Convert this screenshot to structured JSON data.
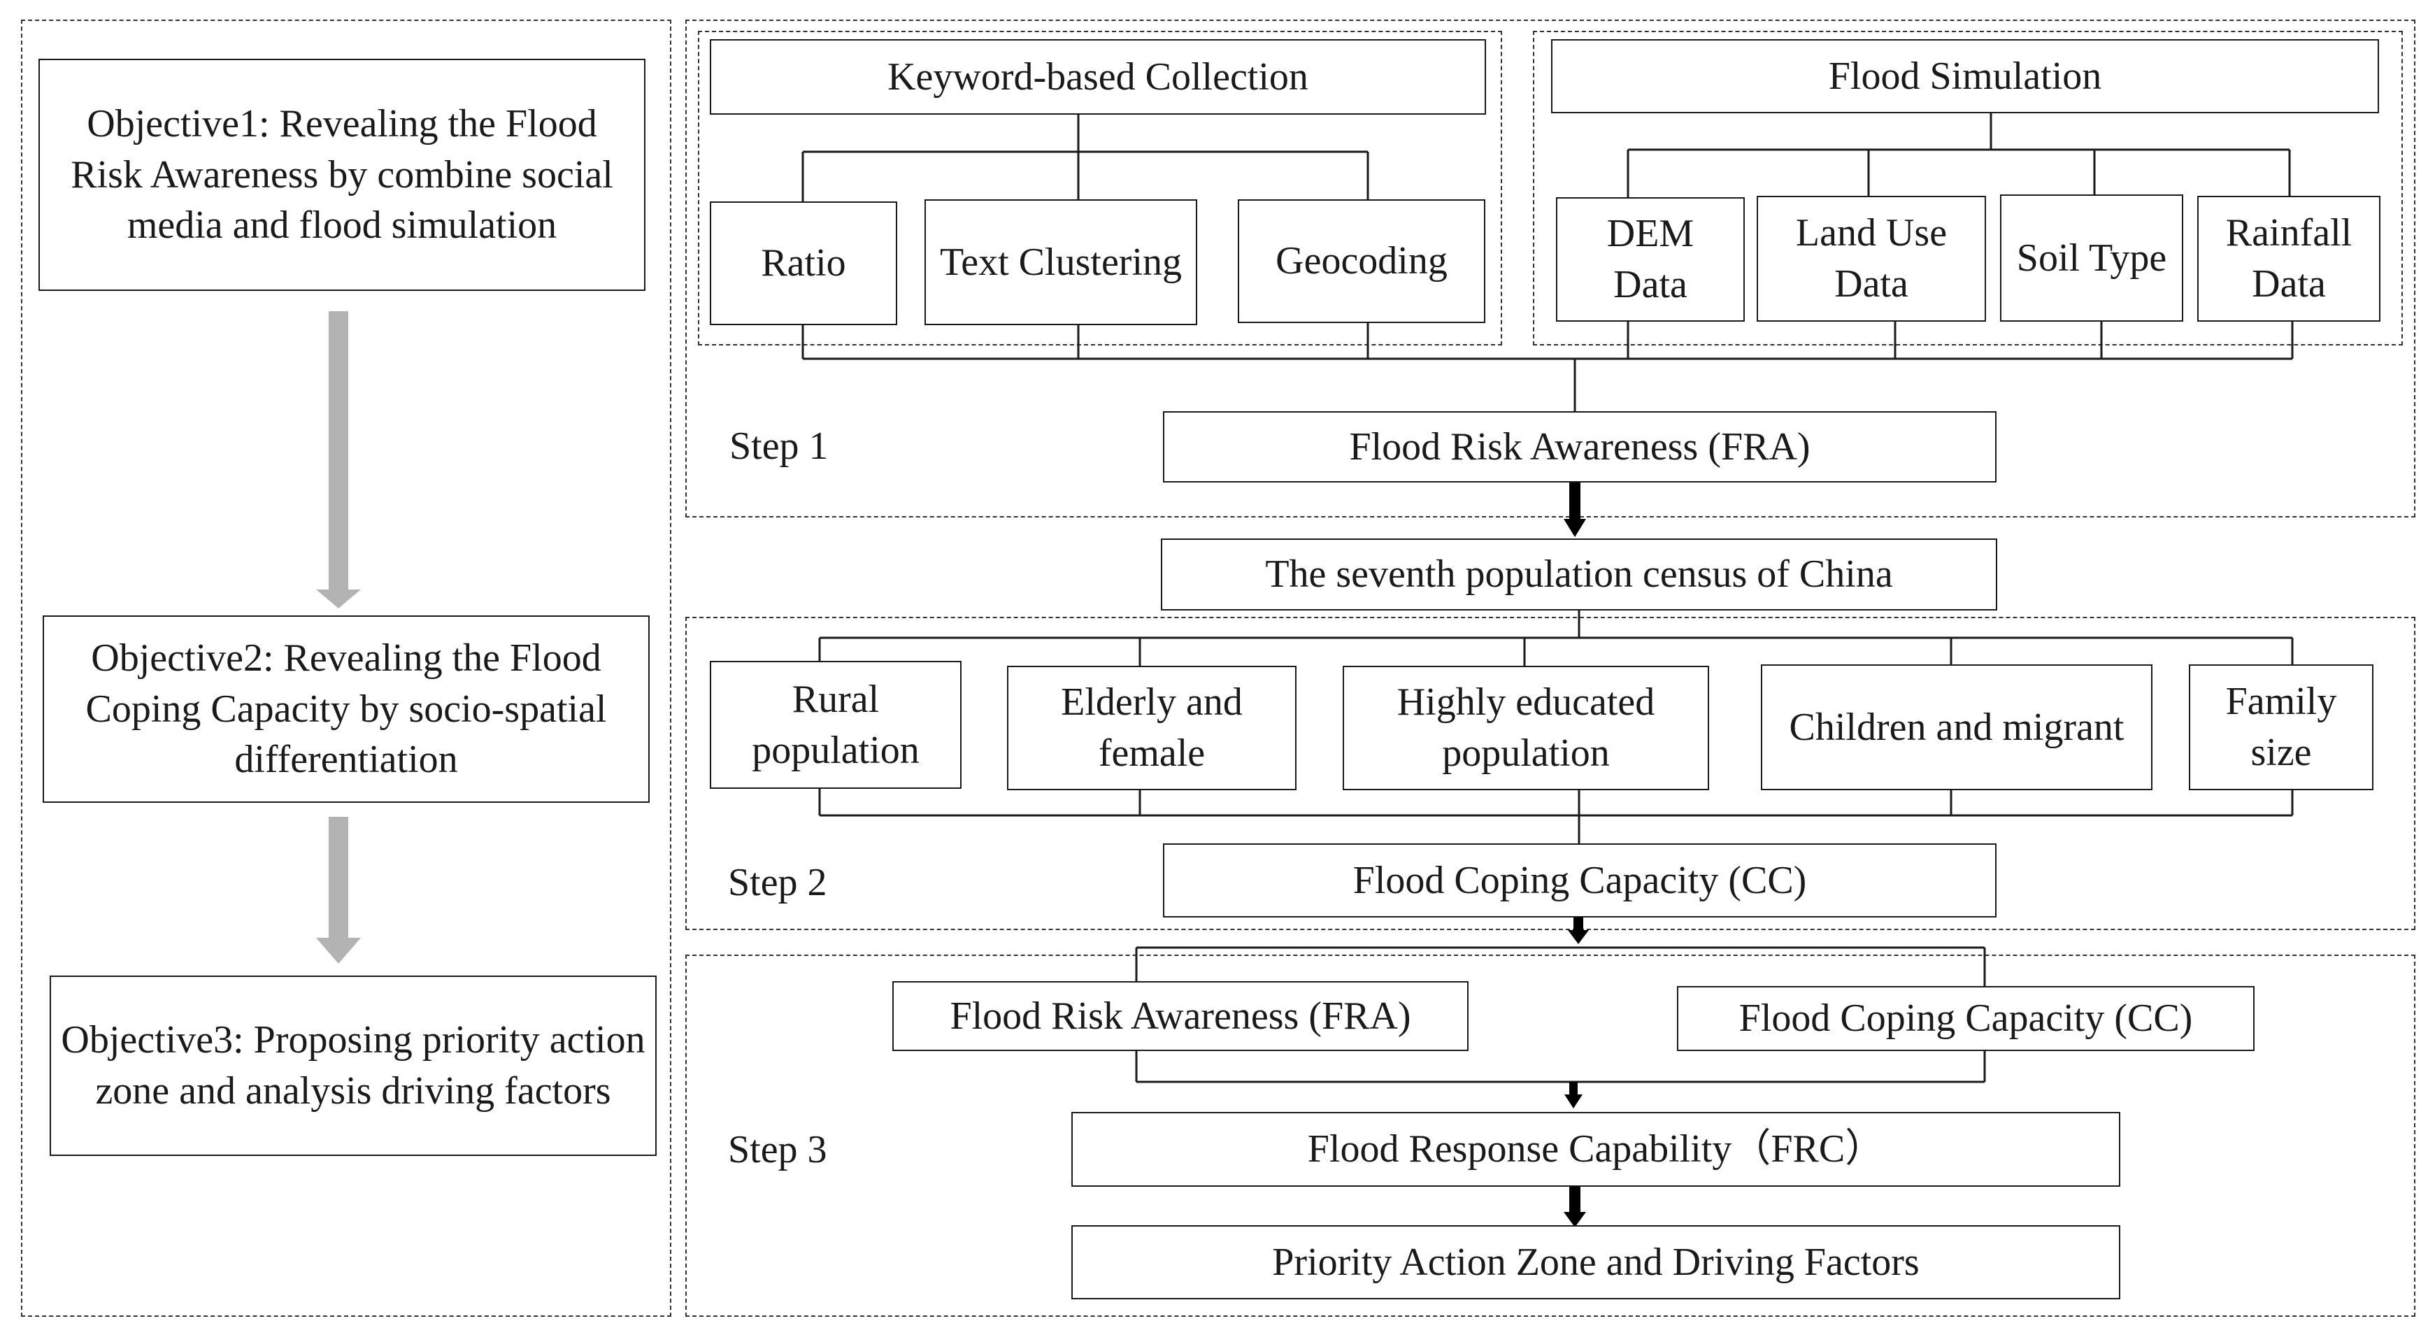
{
  "objectives": [
    {
      "text": "Objective1: Revealing the Flood Risk Awareness by combine social media and flood simulation"
    },
    {
      "text": "Objective2: Revealing the Flood Coping Capacity by socio-spatial differentiation"
    },
    {
      "text": "Objective3: Proposing priority action zone and analysis driving factors"
    }
  ],
  "step1": {
    "label": "Step 1",
    "collection": {
      "title": "Keyword-based Collection",
      "items": [
        "Ratio",
        "Text Clustering",
        "Geocoding"
      ]
    },
    "simulation": {
      "title": "Flood Simulation",
      "items": [
        "DEM Data",
        "Land Use Data",
        "Soil Type",
        "Rainfall Data"
      ]
    },
    "result": "Flood Risk Awareness (FRA)"
  },
  "census": "The seventh population census of China",
  "step2": {
    "label": "Step 2",
    "items": [
      "Rural population",
      "Elderly and female",
      "Highly educated population",
      "Children and migrant",
      "Family size"
    ],
    "result": "Flood Coping Capacity (CC)"
  },
  "step3": {
    "label": "Step 3",
    "inputs": [
      "Flood Risk Awareness (FRA)",
      "Flood Coping Capacity (CC)"
    ],
    "frc": "Flood Response Capability（FRC）",
    "final": "Priority Action Zone and Driving Factors"
  },
  "colors": {
    "line": "#1a1a1a",
    "gray_arrow": "#b3b3b3",
    "dash": "#333333"
  }
}
